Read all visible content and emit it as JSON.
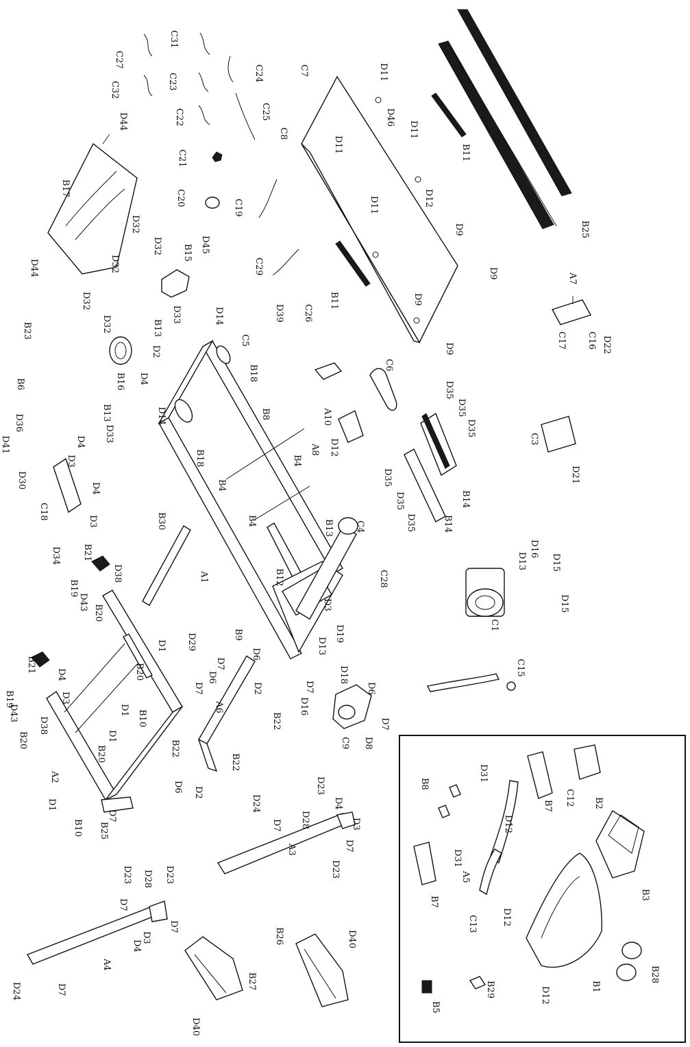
{
  "labels": {
    "C27": "C27",
    "C31": "C31",
    "C32": "C32",
    "C23": "C23",
    "C24": "C24",
    "C22": "C22",
    "C25": "C25",
    "C21": "C21",
    "C20": "C20",
    "C19": "C19",
    "D44": "D44",
    "B17": "B17",
    "D32": "D32",
    "C7": "C7",
    "D11": "D11",
    "D46": "D46",
    "C8": "C8",
    "B11": "B11",
    "D12": "D12",
    "D9": "D9",
    "B25": "B25",
    "A7": "A7",
    "C17": "C17",
    "C16": "C16",
    "D22": "D22",
    "B23": "B23",
    "B15": "B15",
    "D45": "D45",
    "C29": "C29",
    "D39": "D39",
    "C26": "C26",
    "D14": "D14",
    "D33": "D33",
    "B13": "B13",
    "C5": "C5",
    "B16": "B16",
    "D4": "D4",
    "B6": "B6",
    "D36": "D36",
    "D41": "D41",
    "B18": "B18",
    "C6": "C6",
    "D35": "D35",
    "A10": "A10",
    "B8": "B8",
    "A8": "A8",
    "C3": "C3",
    "D21": "D21",
    "D3": "D3",
    "D30": "D30",
    "C18": "C18",
    "B4": "B4",
    "D34": "D34",
    "B30": "B30",
    "B14": "B14",
    "C4": "C4",
    "B21": "B21",
    "B12": "B12",
    "D16": "D16",
    "D15": "D15",
    "D38": "D38",
    "B19": "B19",
    "D43": "D43",
    "B20": "B20",
    "A1": "A1",
    "C28": "C28",
    "C1": "C1",
    "D13": "D13",
    "D19": "D19",
    "D1": "D1",
    "D29": "D29",
    "B9": "B9",
    "D6": "D6",
    "D7": "D7",
    "D2": "D2",
    "D18": "D18",
    "C15": "C15",
    "B22": "B22",
    "A6": "A6",
    "D8": "D8",
    "C9": "C9",
    "B10": "B10",
    "A2": "A2",
    "B25b": "B25",
    "D23": "D23",
    "D28": "D28",
    "A3": "A3",
    "A4": "A4",
    "D24": "D24",
    "B26": "B26",
    "D40": "D40",
    "B27": "B27",
    "D31": "D31",
    "B7": "B7",
    "C12": "C12",
    "B2": "B2",
    "B3": "B3",
    "A5": "A5",
    "C13": "C13",
    "B1": "B1",
    "B28": "B28",
    "B5": "B5",
    "B29": "B29"
  }
}
